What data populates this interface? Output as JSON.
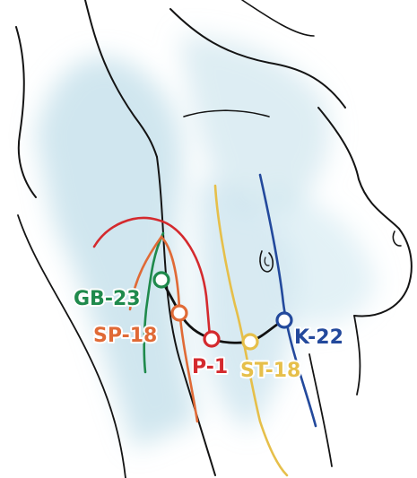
{
  "figure": {
    "points": [
      {
        "label": "GB-23",
        "color": "#1f8a4c"
      },
      {
        "label": "SP-18",
        "color": "#e06a36"
      },
      {
        "label": "P-1",
        "color": "#d42a2e"
      },
      {
        "label": "ST-18",
        "color": "#e6bf4a"
      },
      {
        "label": "K-22",
        "color": "#23499c"
      }
    ],
    "body_outline_color": "#141414",
    "shading_color": "#a9d1e2",
    "connector_color": "#111111"
  }
}
